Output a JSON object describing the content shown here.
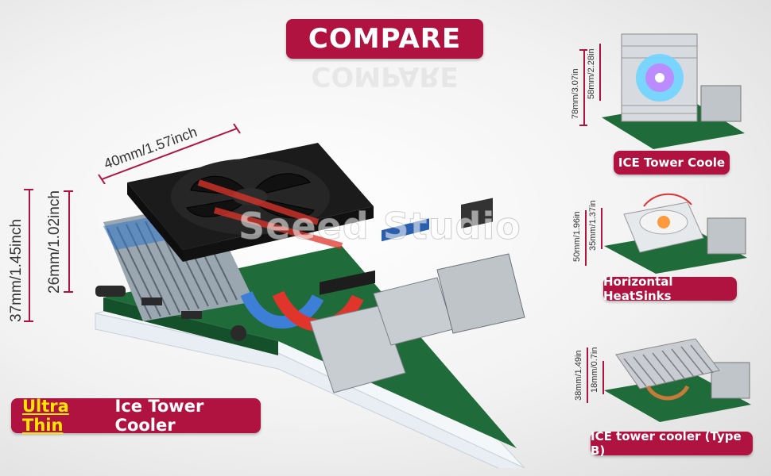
{
  "header": {
    "title": "COMPARE"
  },
  "main_product": {
    "highlight": "Ultra Thin",
    "label": "Ice Tower Cooler",
    "width_dim": "40mm/1.57inch",
    "total_height_dim": "37mm/1.45inch",
    "cooler_height_dim": "26mm/1.02inch",
    "watermark": "Seeed Studio"
  },
  "comparisons": [
    {
      "label": "ICE Tower Coole",
      "dim_total": "78mm/3.07in",
      "dim_cooler": "58mm/2.28in"
    },
    {
      "label": "Horizontal HeatSinks",
      "dim_total": "50mm/1.96in",
      "dim_cooler": "35mm/1.37in"
    },
    {
      "label": "ICE tower cooler (Type B)",
      "dim_total": "38mm/1.49in",
      "dim_cooler": "18mm/0.7in"
    }
  ],
  "colors": {
    "accent": "#b0133f",
    "highlight": "#ffe600"
  }
}
